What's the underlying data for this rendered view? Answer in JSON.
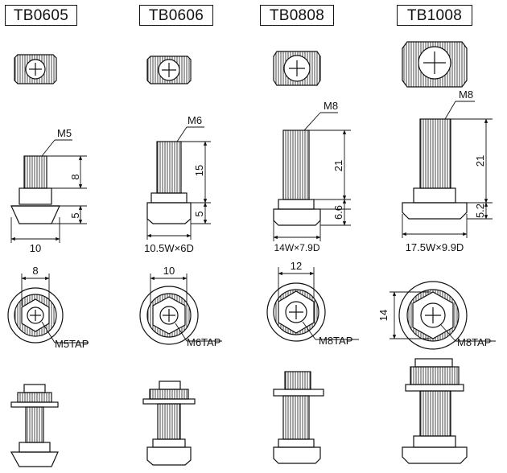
{
  "models": [
    {
      "id": "TB0605",
      "thread": "M5",
      "dims": {
        "shank": "8",
        "head": "5",
        "width": "10"
      },
      "nut_dims": {
        "across_flats": "8"
      },
      "tap": "M5TAP"
    },
    {
      "id": "TB0606",
      "thread": "M6",
      "dims": {
        "shank": "15",
        "head": "5",
        "width": "10.5W×6D"
      },
      "nut_dims": {
        "across_flats": "10"
      },
      "tap": "M6TAP"
    },
    {
      "id": "TB0808",
      "thread": "M8",
      "dims": {
        "shank": "21",
        "head": "6.6",
        "width": "14W×7.9D"
      },
      "nut_dims": {
        "across_flats": "12"
      },
      "tap": "M8TAP"
    },
    {
      "id": "TB1008",
      "thread": "M8",
      "dims": {
        "shank": "21",
        "head": "5.2",
        "width": "17.5W×9.9D"
      },
      "nut_dims": {
        "across_flats": "14"
      },
      "tap": "M8TAP"
    }
  ]
}
